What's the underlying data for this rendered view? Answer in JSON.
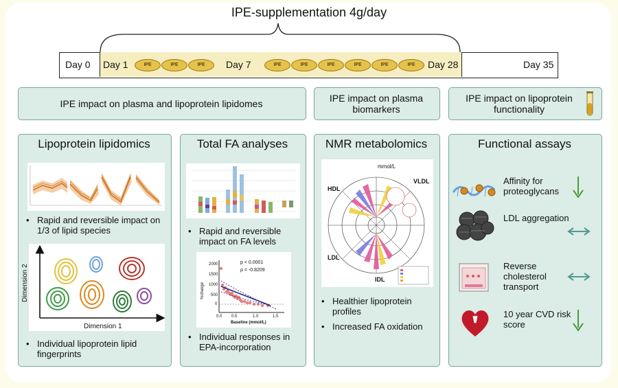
{
  "title": "IPE-supplementation 4g/day",
  "timeline": {
    "day0": "Day 0",
    "day1": "Day 1",
    "day7": "Day 7",
    "day28": "Day 28",
    "day35": "Day 35",
    "pill_label": "IPE"
  },
  "headers": {
    "lipidomes": "IPE impact on plasma and lipoprotein lipidomes",
    "biomarkers": "IPE impact on plasma biomarkers",
    "functionality": "IPE impact on lipoprotein functionality"
  },
  "sections": {
    "lipidomics": {
      "title": "Lipoprotein lipidomics",
      "bullet1": "Rapid and reversible impact on 1/3 of lipid species",
      "bullet2": "Individual lipoprotein lipid fingerprints",
      "axis_y": "Dimension 2",
      "axis_x": "Dimension 1"
    },
    "fa": {
      "title": "Total FA analyses",
      "bullet1": "Rapid and reversible impact on FA levels",
      "bullet2": "Individual responses in EPA-incorporation",
      "scatter": {
        "ylabel": "%change",
        "xlabel": "Baseline (mmol/L)",
        "p_text": "p < 0.0001",
        "rho_text": "ρ = -0.8209",
        "yticks": [
          "2000",
          "1500",
          "1000",
          "500",
          "0"
        ],
        "xticks": [
          "0.0",
          "0.5",
          "1.0",
          "1.5"
        ]
      }
    },
    "nmr": {
      "title": "NMR metabolomics",
      "bullet1": "Healthier lipoprotein profiles",
      "bullet2": "Increased FA oxidation",
      "labels": {
        "hdl": "HDL",
        "vldl": "VLDL",
        "ldl": "LDL",
        "idl": "IDL",
        "unit": "mmol/L"
      }
    },
    "functional": {
      "title": "Functional assays",
      "items": [
        {
          "label": "Affinity for proteoglycans",
          "effect": "down"
        },
        {
          "label": "LDL aggregation",
          "effect": "neutral"
        },
        {
          "label": "Reverse cholesterol transport",
          "effect": "neutral"
        },
        {
          "label": "10 year CVD risk score",
          "effect": "down"
        }
      ]
    }
  },
  "colors": {
    "panel_bg": "#dcece6",
    "panel_border": "#7aa894",
    "timeline_fill": "#f6eec1",
    "pill": "#e6c24a",
    "down_arrow": "#4a9a3a",
    "neutral_arrow": "#4e9b8f"
  }
}
